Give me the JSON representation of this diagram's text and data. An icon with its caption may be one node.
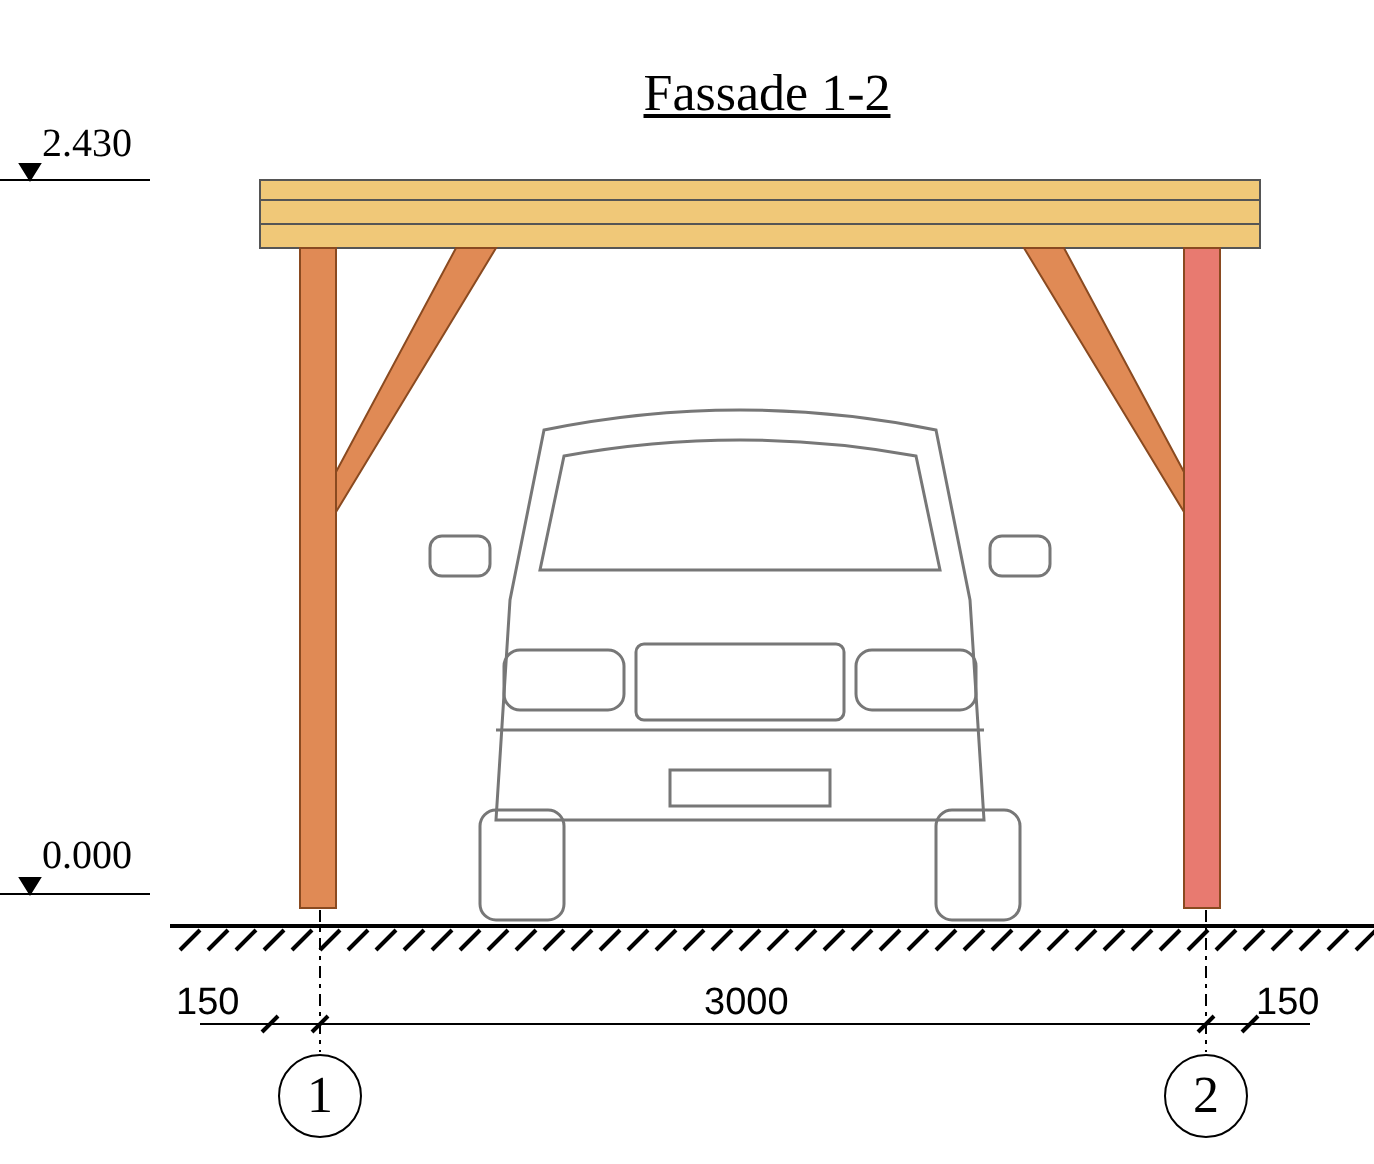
{
  "diagram": {
    "title": "Fassade 1-2",
    "nodes": [
      {
        "text": [
          "1"
        ]
      },
      {
        "text": [
          "2"
        ]
      }
    ],
    "labels": [
      "2.430",
      "0.000",
      "150",
      "3000",
      "150"
    ]
  }
}
